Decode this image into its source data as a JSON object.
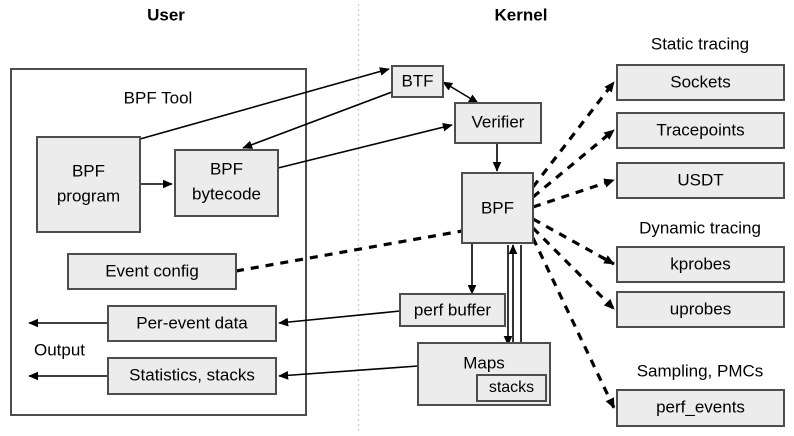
{
  "headers": {
    "user": "User",
    "kernel": "Kernel"
  },
  "user_side": {
    "tool_box_label": "BPF Tool",
    "output_label": "Output",
    "nodes": [
      {
        "id": "bpf-program",
        "label_line1": "BPF",
        "label_line2": "program"
      },
      {
        "id": "bpf-bytecode",
        "label_line1": "BPF",
        "label_line2": "bytecode"
      },
      {
        "id": "event-config",
        "label": "Event config"
      },
      {
        "id": "per-event-data",
        "label": "Per-event data"
      },
      {
        "id": "statistics-stacks",
        "label": "Statistics, stacks"
      }
    ]
  },
  "kernel_side": {
    "nodes": [
      {
        "id": "btf",
        "label": "BTF"
      },
      {
        "id": "verifier",
        "label": "Verifier"
      },
      {
        "id": "bpf",
        "label": "BPF"
      },
      {
        "id": "perf-buffer",
        "label": "perf buffer"
      },
      {
        "id": "maps",
        "label": "Maps"
      },
      {
        "id": "stacks",
        "label": "stacks"
      }
    ]
  },
  "event_sources": {
    "groups": [
      {
        "id": "static-tracing",
        "title": "Static tracing",
        "items": [
          {
            "id": "sockets",
            "label": "Sockets"
          },
          {
            "id": "tracepoints",
            "label": "Tracepoints"
          },
          {
            "id": "usdt",
            "label": "USDT"
          }
        ]
      },
      {
        "id": "dynamic-tracing",
        "title": "Dynamic tracing",
        "items": [
          {
            "id": "kprobes",
            "label": "kprobes"
          },
          {
            "id": "uprobes",
            "label": "uprobes"
          }
        ]
      },
      {
        "id": "sampling-pmcs",
        "title": "Sampling, PMCs",
        "items": [
          {
            "id": "perf-events",
            "label": "perf_events"
          }
        ]
      }
    ]
  },
  "colors": {
    "box_fill": "#ececec",
    "box_stroke": "#4d4d4d",
    "edge": "#000000",
    "divider": "#cccccc",
    "background": "#ffffff"
  }
}
